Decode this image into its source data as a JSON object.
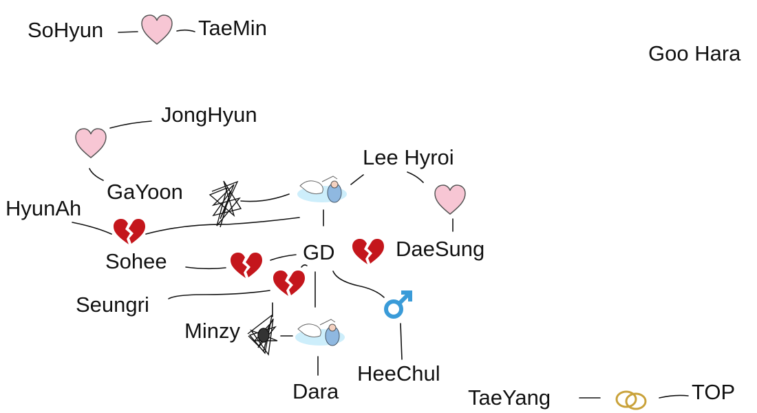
{
  "people": {
    "sohyun": "SoHyun",
    "taemin": "TaeMin",
    "goohara": "Goo Hara",
    "jonghyun": "JongHyun",
    "gayoon": "GaYoon",
    "leehyroi": "Lee Hyroi",
    "hyunah": "HyunAh",
    "gd": "GD",
    "daesung": "DaeSung",
    "sohee": "Sohee",
    "seungri": "Seungri",
    "minzy": "Minzy",
    "heechul": "HeeChul",
    "dara": "Dara",
    "taeyang": "TaeYang",
    "top": "TOP"
  },
  "colors": {
    "heart": "#f7c6d4",
    "broken_heart": "#c4161c",
    "male": "#3a9bd8",
    "line": "#111111"
  }
}
